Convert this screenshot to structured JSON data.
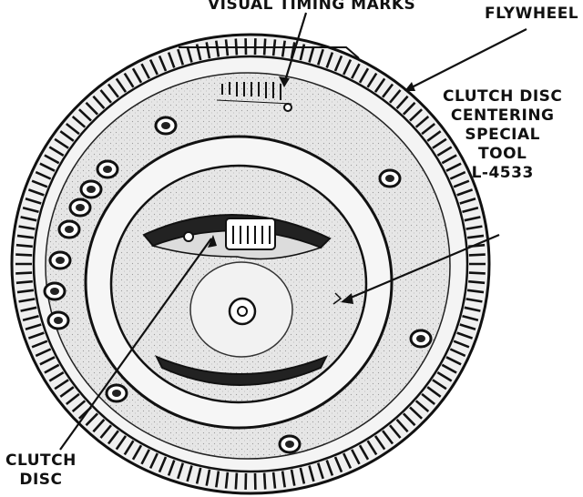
{
  "labels": {
    "visual_timing_marks": "VISUAL TIMING MARKS",
    "flywheel": "FLYWHEEL",
    "centering_tool": [
      "CLUTCH DISC",
      "CENTERING",
      "SPECIAL",
      "TOOL",
      "L-4533"
    ],
    "clutch_disc": [
      "CLUTCH",
      "DISC"
    ]
  },
  "colors": {
    "ink": "#111111",
    "paper": "#ffffff",
    "shade": "#d6d6d6",
    "light_shade": "#ececec"
  }
}
